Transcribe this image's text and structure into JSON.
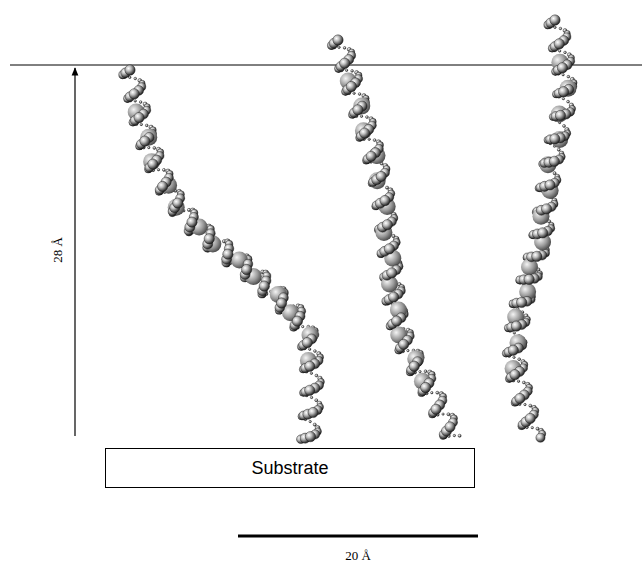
{
  "diagram": {
    "nodes": [
      {
        "text": [
          "Substrate"
        ]
      }
    ],
    "labels": [
      "28 Å",
      "20 Å"
    ]
  }
}
